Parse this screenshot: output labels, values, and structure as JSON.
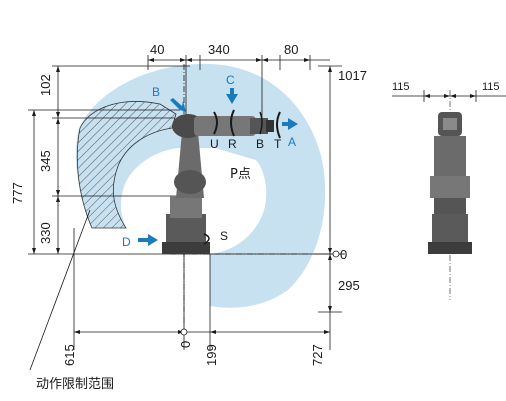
{
  "dimensions": {
    "top_40": "40",
    "top_340": "340",
    "top_80": "80",
    "right_1017": "1017",
    "right_0": "0",
    "right_295": "295",
    "left_102": "102",
    "left_345": "345",
    "left_777": "777",
    "left_330": "330",
    "bottom_615": "615",
    "bottom_0": "0",
    "bottom_199": "199",
    "bottom_727": "727",
    "side_115_left": "115",
    "side_115_right": "115"
  },
  "axes": {
    "S": "S",
    "U": "U",
    "R": "R",
    "B": "B",
    "T": "T"
  },
  "view_arrows": {
    "A": "A",
    "B": "B",
    "C": "C",
    "D": "D"
  },
  "labels": {
    "p_point": "P点",
    "motion_range": "动作限制范围"
  },
  "colors": {
    "work_envelope": "#c7e1f1",
    "arrow_blue": "#1a7bbf",
    "robot_gray": "#6b6b6b",
    "robot_dark": "#3c3c3c"
  }
}
